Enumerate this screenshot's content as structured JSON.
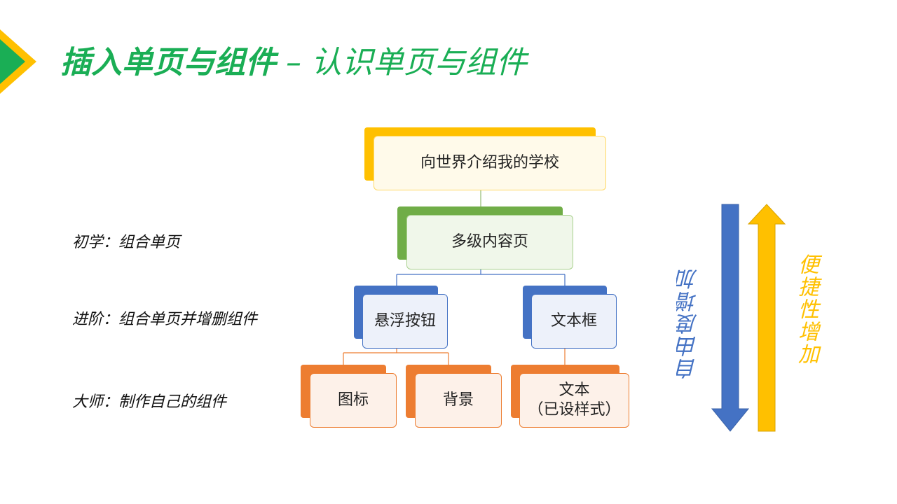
{
  "title": {
    "main": "插入单页与组件",
    "separator": " – ",
    "sub": "认识单页与组件"
  },
  "levels": [
    {
      "label": "初学：组合单页"
    },
    {
      "label": "进阶：组合单页并增删组件"
    },
    {
      "label": "大师：制作自己的组件"
    }
  ],
  "tree": {
    "root": "向世界介绍我的学校",
    "level1": "多级内容页",
    "level2": [
      "悬浮按钮",
      "文本框"
    ],
    "level3": {
      "icon": "图标",
      "background": "背景",
      "text_line1": "文本",
      "text_line2": "（已设样式）"
    }
  },
  "arrows": {
    "down_label": "自由度增加",
    "up_label": "便捷性增加"
  },
  "colors": {
    "brand_green": "#1aae55",
    "root_accent": "#ffc000",
    "level1_accent": "#70ad47",
    "level2_accent": "#4472c4",
    "level3_accent": "#ed7d31",
    "down_arrow": "#4472c4",
    "up_arrow": "#ffc000"
  }
}
